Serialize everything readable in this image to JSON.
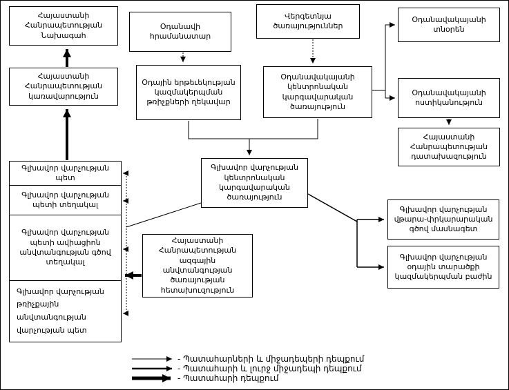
{
  "colors": {
    "line": "#000000",
    "background": "#ffffff"
  },
  "boxes": {
    "president": "Հայաստանի Հանրապետության Նախագահ",
    "aircraft_commander": "Օդանավի հրամանատար",
    "ground_services": "Վերգետնյա ծառայություններ",
    "airport_director": "Օդանավակայանի տնօրեն",
    "government": "Հայաստանի Հանրապետության կառավարություն",
    "atc_flights_chief": "Օդային երթեւեկության կազմակերպման թռիչքների ղեկավար",
    "airport_central_dispatch": "Օդանավակայանի կենտրոնական կարգավարական ծառայություն",
    "airport_police": "Օդանավակայանի ոստիկանություն",
    "prosecutors_office": "Հայաստանի Հանրապետության դատախազություն",
    "main_dept_central_dispatch": "Գլխավոր վարչության կենտրոնական կարգավարական ծառայություն",
    "main_dept_head": "Գլխավոր վարչության պետ",
    "main_dept_deputy_head": "Գլխավոր վարչության պետի տեղակալ",
    "main_dept_deputy_avsec": "Գլխավոր վարչության պետի ավիացիոն անվտանգության գծով տեղակալ",
    "flight_safety_dept_head": "Գլխավոր վարչության թռիչքային անվտանգության վարչության պետ",
    "nss_intelligence": "Հայաստանի Հանրապետության ազգային անվտանգության ծառայության հետախուզություն",
    "emergency_rescue_specialist": "Գլխավոր վարչության վթարա-փրկարարական գծով մասնագետ",
    "airspace_org_division": "Գլխավոր վարչության օդային տարածքի կազմակերպման բաժին"
  },
  "legend": {
    "items": [
      {
        "label": "- Պատահարների և միջադեպերի դեպքում"
      },
      {
        "label": "- Պատահարի և լուրջ միջադեպի դեպքում"
      },
      {
        "label": "- Պատահարի դեպքում"
      }
    ]
  }
}
